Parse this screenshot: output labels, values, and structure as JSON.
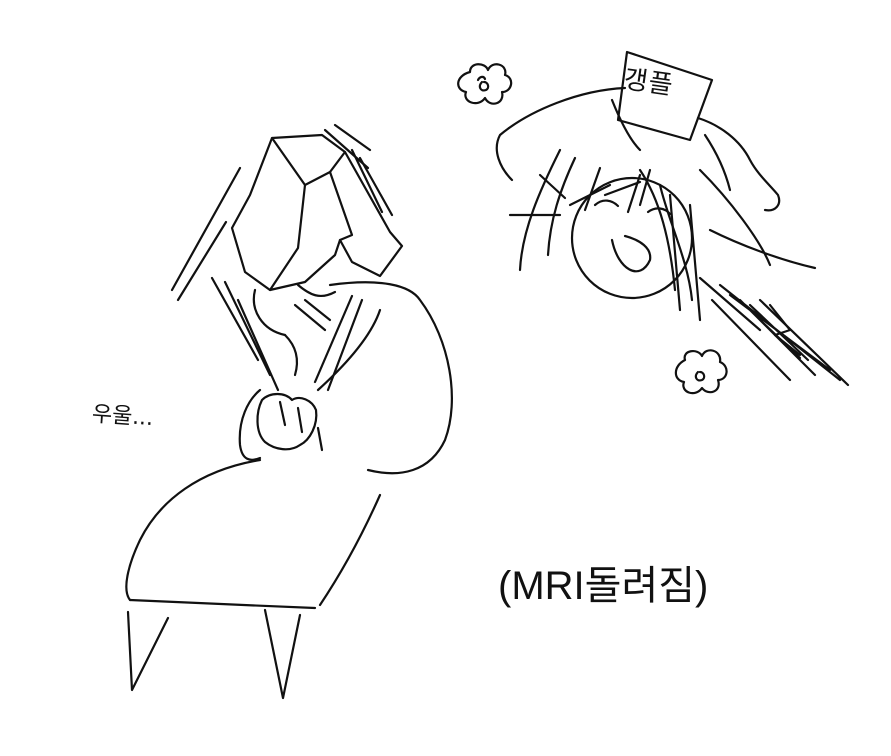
{
  "sign_label": "갱플",
  "sob_text": "우울...",
  "caption": "(MRI돌려짐)",
  "ink_color": "#111111",
  "background_color": "#ffffff"
}
